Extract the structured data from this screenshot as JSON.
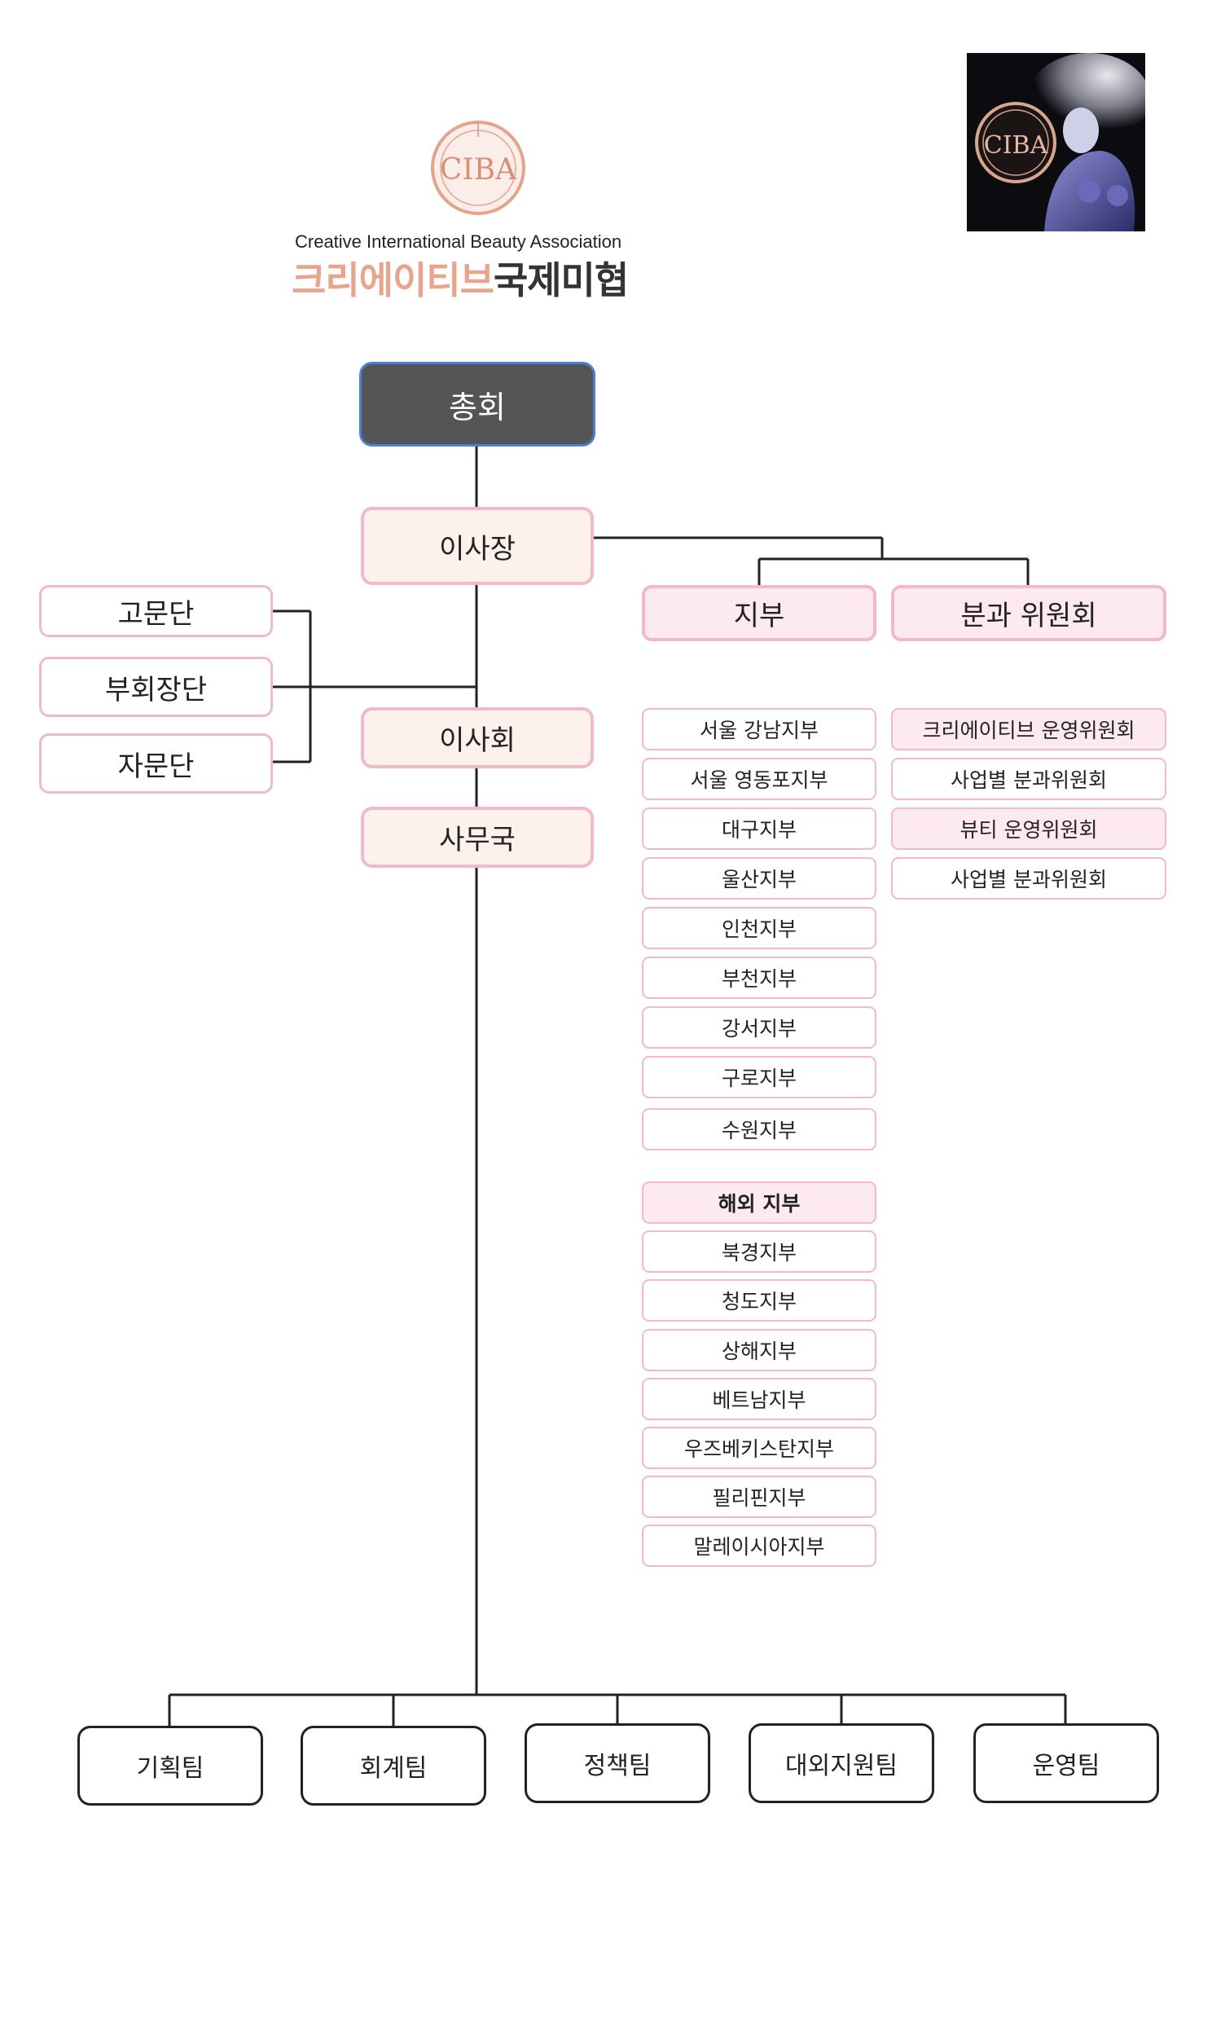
{
  "logo": {
    "emblem_text": "CIBA",
    "english_name": "Creative International Beauty Association",
    "korean_name_part1": "크리에이티브",
    "korean_name_part2": "국제미협"
  },
  "photo": {
    "badge_text": "CIBA"
  },
  "org": {
    "general_assembly": "총회",
    "chairman": "이사장",
    "board": "이사회",
    "secretariat": "사무국",
    "advisors": [
      "고문단",
      "부회장단",
      "자문단"
    ],
    "branch_header": "지부",
    "committee_header": "분과 위원회",
    "domestic_branches": [
      "서울 강남지부",
      "서울 영동포지부",
      "대구지부",
      "울산지부",
      "인천지부",
      "부천지부",
      "강서지부",
      "구로지부",
      "수원지부"
    ],
    "overseas_header": "해외 지부",
    "overseas_branches": [
      "북경지부",
      "청도지부",
      "상해지부",
      "베트남지부",
      "우즈베키스탄지부",
      "필리핀지부",
      "말레이시아지부"
    ],
    "committees": [
      "크리에이티브 운영위원회",
      "사업별 분과위원회",
      "뷰티 운영위원회",
      "사업별 분과위원회"
    ],
    "teams": [
      "기획팀",
      "회계팀",
      "정책팀",
      "대외지원팀",
      "운영팀"
    ]
  },
  "colors": {
    "pink_border": "#f2b8cc",
    "pink_fill": "#fde9f0",
    "peach_fill": "#fdf1ec",
    "top_fill": "#555555",
    "brand_peach": "#e8a58e"
  }
}
